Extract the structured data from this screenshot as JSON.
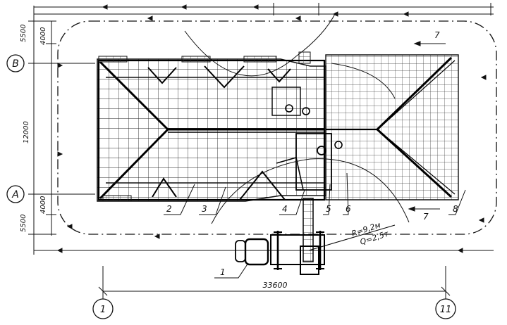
{
  "axes": {
    "row_b": "B",
    "row_a": "A",
    "col_1": "1",
    "col_11": "11"
  },
  "dimensions": {
    "top_outer": "5500",
    "top_inner": "4000",
    "middle": "12000",
    "bottom_inner": "4000",
    "bottom_outer": "5500",
    "overall_length": "33600"
  },
  "crane": {
    "radius": "R=9,2м",
    "capacity": "Q=2,5т"
  },
  "callouts": [
    "1",
    "2",
    "3",
    "4",
    "5",
    "6",
    "7",
    "7",
    "8"
  ],
  "colors": {
    "ink": "#111111",
    "paper": "#ffffff"
  }
}
